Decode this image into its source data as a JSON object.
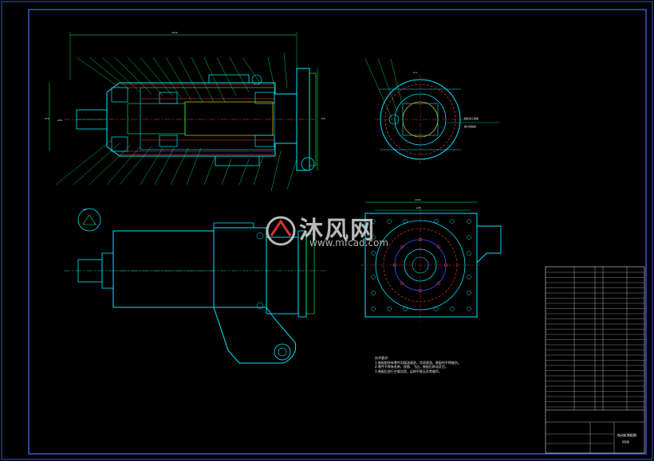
{
  "drawing": {
    "dims": {
      "top_length": "3040",
      "left_height": "570",
      "right_height": "750",
      "left_dia": "φ38",
      "section_view": "A-A",
      "plan_width": "1000",
      "plan_sub_width": "φ3E"
    },
    "section_note": [
      "圆柱滚子轴承",
      "推力球轴承"
    ],
    "detail_label": "2:1",
    "notes": {
      "title": "技术要求：",
      "lines": [
        "1.装配前所有零件用煤油清洗，涂润滑油，装配时不得碰伤。",
        "2.零件不得有毛刺、锐角、飞边，装配后转动灵活。",
        "3.装配后进行空载试验，运转平稳无异常噪声。"
      ]
    },
    "title_block": {
      "name": "电动缸装配图",
      "sub": "装配图"
    }
  },
  "watermark": {
    "cn": "沐风网",
    "url": "www.mfcad.com"
  },
  "colors": {
    "background": "#000000",
    "frame": "#4a6cff",
    "outline": "#00e5ff",
    "center": "#00ff66",
    "hatch": "#ff3b3b",
    "part": "#3b5bff",
    "yellow": "#ffff00"
  }
}
